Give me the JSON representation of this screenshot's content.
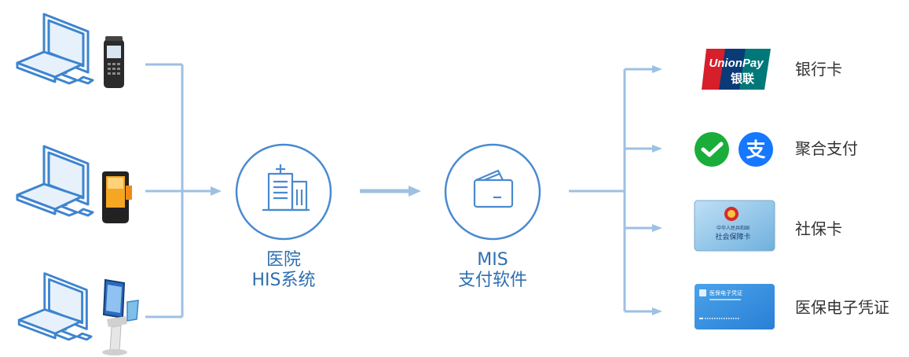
{
  "colors": {
    "line": "#9ec0e3",
    "circle": "#4a8ad0",
    "label_blue": "#2e6fb0",
    "text_dark": "#333333"
  },
  "nodes": {
    "his": {
      "line1": "医院",
      "line2": "HIS系统",
      "icon": "hospital-building-icon"
    },
    "mis": {
      "line1": "MIS",
      "line2": "支付软件",
      "icon": "wallet-icon"
    }
  },
  "terminals": [
    {
      "icon": "computer-icon",
      "device": "pos-terminal-icon"
    },
    {
      "icon": "computer-icon",
      "device": "handheld-terminal-icon"
    },
    {
      "icon": "computer-icon",
      "device": "kiosk-terminal-icon"
    }
  ],
  "outputs": [
    {
      "label": "银行卡",
      "icon": "unionpay-logo",
      "logo_text_top": "UnionPay",
      "logo_text_bottom": "银联"
    },
    {
      "label": "聚合支付",
      "icon": "wechat-alipay-icons",
      "logo_text": "支"
    },
    {
      "label": "社保卡",
      "icon": "social-security-card-icon",
      "card_text_top": "中华人民共和国",
      "card_text_bottom": "社会保障卡"
    },
    {
      "label": "医保电子凭证",
      "icon": "medical-insurance-ecard-icon",
      "card_text": "医保电子凭证"
    }
  ]
}
